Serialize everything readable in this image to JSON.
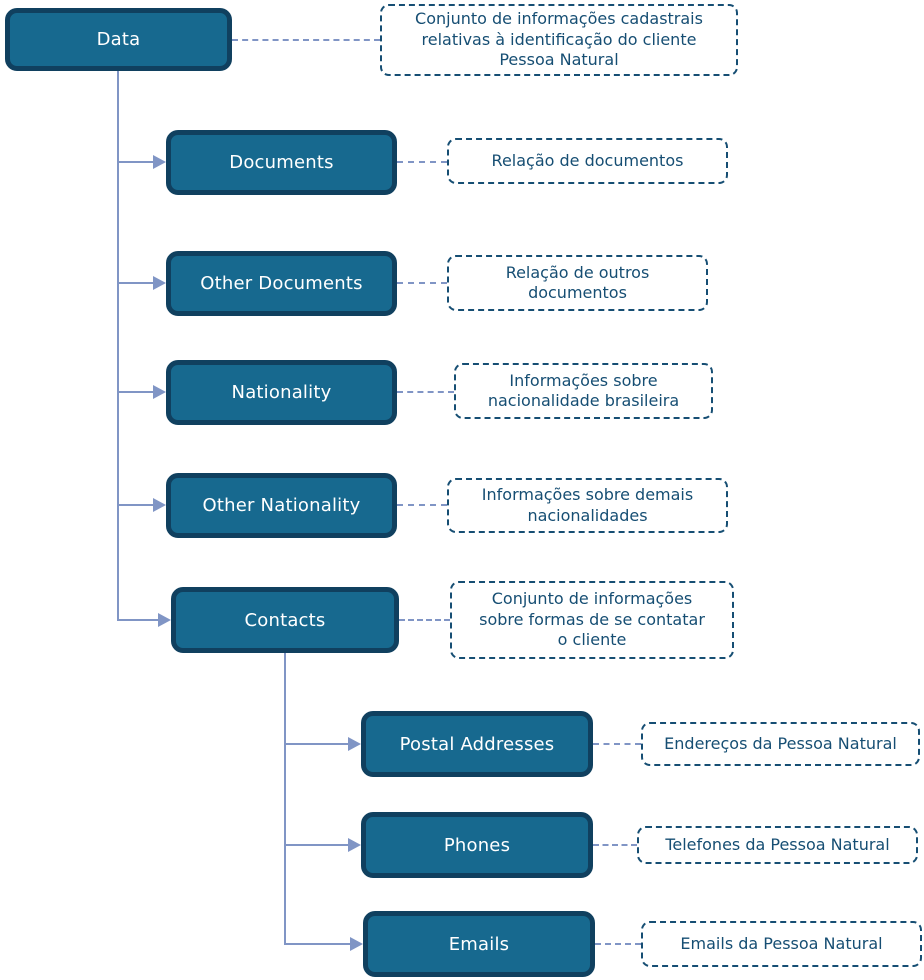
{
  "diagram": {
    "colors": {
      "node_fill": "#17698F",
      "node_border": "#10405F",
      "node_text": "#FFFFFF",
      "connector": "#8095C5",
      "annotation_border": "#164E73",
      "annotation_text": "#164E73",
      "background": "#FFFFFF"
    },
    "nodes": [
      {
        "id": "data",
        "parent": null,
        "label": "Data",
        "annotation_lines": [
          "Conjunto de informações cadastrais",
          "relativas à identificação do cliente",
          "Pessoa Natural"
        ]
      },
      {
        "id": "documents",
        "parent": "data",
        "label": "Documents",
        "annotation_lines": [
          "Relação de documentos"
        ]
      },
      {
        "id": "other-documents",
        "parent": "data",
        "label": "Other Documents",
        "annotation_lines": [
          "Relação de outros",
          "documentos"
        ]
      },
      {
        "id": "nationality",
        "parent": "data",
        "label": "Nationality",
        "annotation_lines": [
          "Informações sobre",
          "nacionalidade brasileira"
        ]
      },
      {
        "id": "other-nationality",
        "parent": "data",
        "label": "Other Nationality",
        "annotation_lines": [
          "Informações sobre demais",
          "nacionalidades"
        ]
      },
      {
        "id": "contacts",
        "parent": "data",
        "label": "Contacts",
        "annotation_lines": [
          "Conjunto de informações",
          "sobre formas de se contatar",
          "o cliente"
        ]
      },
      {
        "id": "postal-addresses",
        "parent": "contacts",
        "label": "Postal Addresses",
        "annotation_lines": [
          "Endereços da Pessoa Natural"
        ]
      },
      {
        "id": "phones",
        "parent": "contacts",
        "label": "Phones",
        "annotation_lines": [
          "Telefones da Pessoa Natural"
        ]
      },
      {
        "id": "emails",
        "parent": "contacts",
        "label": "Emails",
        "annotation_lines": [
          "Emails da Pessoa Natural"
        ]
      }
    ]
  }
}
